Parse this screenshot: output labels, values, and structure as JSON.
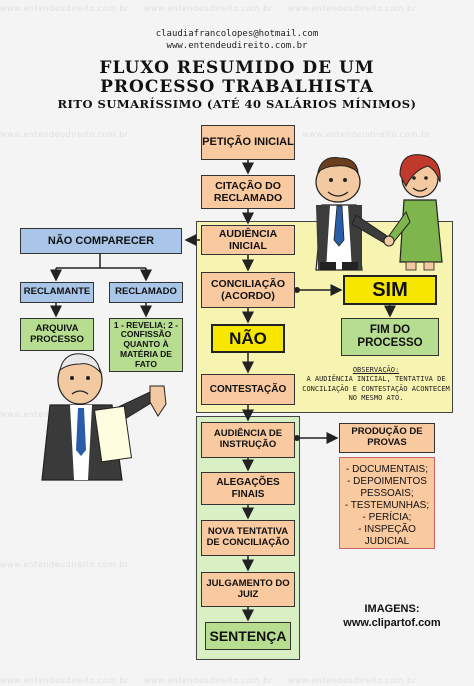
{
  "watermark": "www.entendeudireito.com.br",
  "header": {
    "email": "claudiafrancolopes@hotmail.com",
    "site": "www.entendeudireito.com.br"
  },
  "title": {
    "line1": "FLUXO RESUMIDO DE UM",
    "line2": "PROCESSO TRABALHISTA",
    "subtitle": "RITO SUMARÍSSIMO (ATÉ 40 SALÁRIOS MÍNIMOS)"
  },
  "flow": {
    "peticao": "PETIÇÃO INICIAL",
    "citacao": "CITAÇÃO DO RECLAMADO",
    "audiencia": "AUDIÊNCIA INICIAL",
    "conciliacao": "CONCILIAÇÃO (ACORDO)",
    "nao": "NÃO",
    "sim": "SIM",
    "fim": "FIM DO PROCESSO",
    "contestacao": "CONTESTAÇÃO",
    "instrucao": "AUDIÊNCIA DE INSTRUÇÃO",
    "alegacoes": "ALEGAÇÕES FINAIS",
    "nova_tentativa": "NOVA TENTATIVA DE CONCILIAÇÃO",
    "julgamento": "JULGAMENTO DO JUIZ",
    "sentenca": "SENTENÇA"
  },
  "absence": {
    "nao_comparecer": "NÃO COMPARECER",
    "reclamante": "RECLAMANTE",
    "reclamado": "RECLAMADO",
    "arquiva": "ARQUIVA PROCESSO",
    "revelia": "1 - REVELIA; 2 - CONFISSÃO QUANTO À MATÉRIA DE FATO"
  },
  "provas": {
    "title": "PRODUÇÃO DE PROVAS",
    "items": [
      "- DOCUMENTAIS;",
      "- DEPOIMENTOS PESSOAIS;",
      "- TESTEMUNHAS;",
      "- PERÍCIA;",
      "- INSPEÇÃO JUDICIAL"
    ]
  },
  "observacao": {
    "label": "OBSERVAÇÃO:",
    "text": "A AUDIÊNCIA INICIAL, TENTATIVA DE CONCILIAÇÃO E CONTESTAÇÃO ACONTECEM NO MESMO ATO."
  },
  "credits": {
    "label": "IMAGENS:",
    "url": "www.clipartof.com"
  },
  "colors": {
    "orange": "#f9c9a0",
    "blue": "#a9c6e8",
    "green": "#b7dd91",
    "yellow_panel": "#f7f3b0",
    "green_panel": "#d9efc4",
    "sim_yellow": "#f6e600"
  }
}
